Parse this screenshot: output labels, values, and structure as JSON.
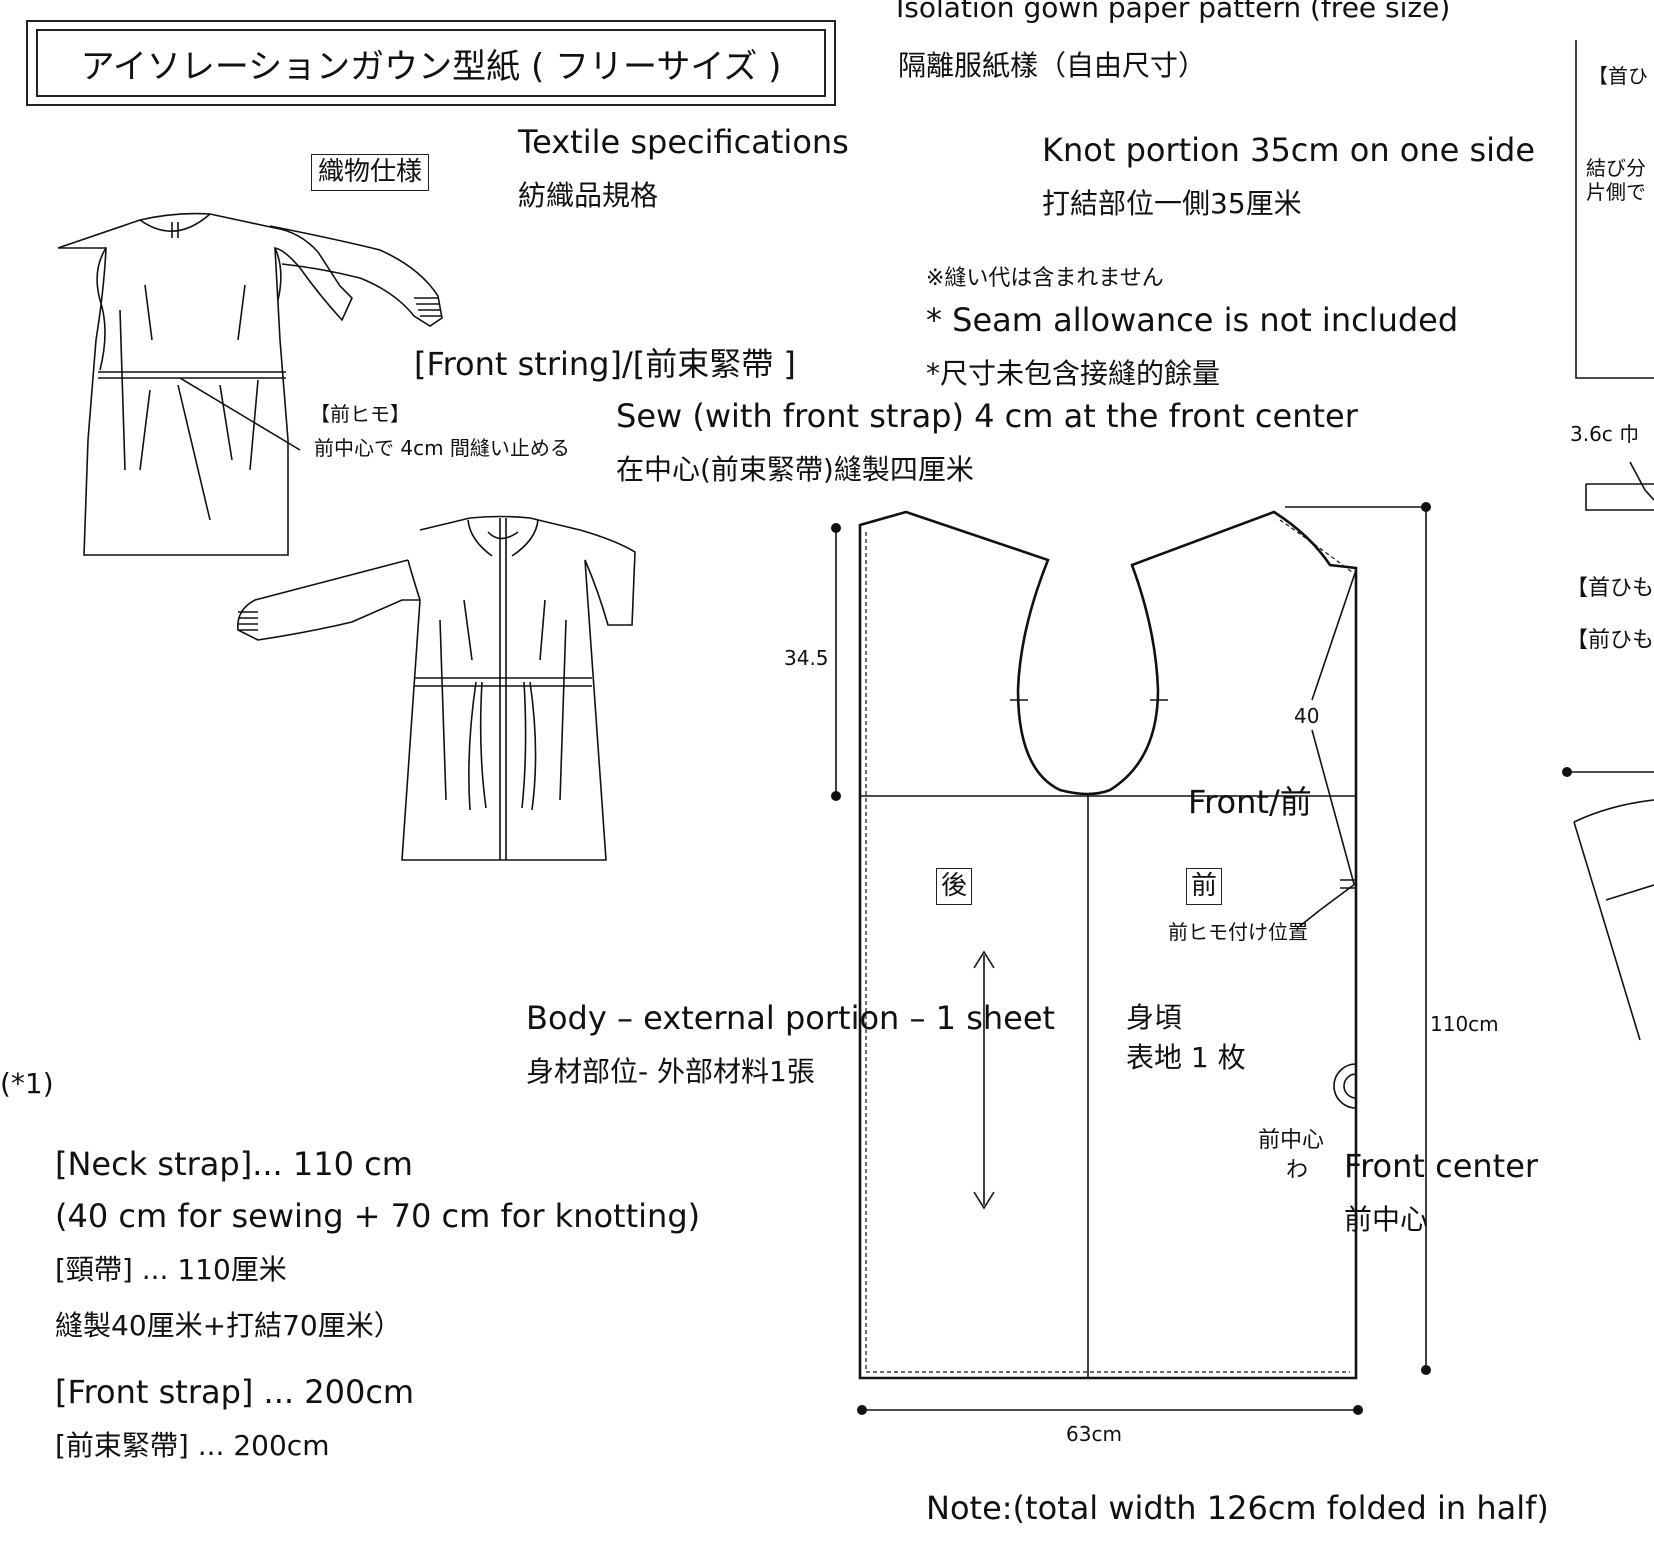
{
  "title": {
    "jp": "アイソレーションガウン型紙 ( フリーサイズ )",
    "en": "Isolation gown paper pattern (free size)",
    "zh": "隔離服紙樣（自由尺寸）"
  },
  "textile": {
    "tag": "織物仕様",
    "en": "Textile specifications",
    "zh": "紡織品規格"
  },
  "knot": {
    "en": "Knot portion 35cm on one side",
    "zh": "打結部位一側35厘米",
    "right_box_label": "【首ひ",
    "right_box_text_1": "結び分",
    "right_box_text_2": "片側で"
  },
  "seam": {
    "jp": "※縫い代は含まれません",
    "en": "* Seam allowance is not included",
    "zh": "*尺寸未包含接縫的餘量"
  },
  "front_string": {
    "label": "[Front string]/[前束緊帶 ]",
    "jp_title": "【前ヒモ】",
    "jp_note": "前中心で 4cm 間縫い止める",
    "en": "Sew (with front strap) 4 cm at the front center",
    "zh": "在中心(前束緊帶)縫製四厘米"
  },
  "pattern": {
    "dim_345": "34.5",
    "dim_40": "40",
    "dim_110": "110cm",
    "dim_63": "63cm",
    "back_mark": "後",
    "front_mark": "前",
    "front_label": "Front/前",
    "strap_position": "前ヒモ付け位置",
    "body_jp_1": "身頃",
    "body_jp_2": "表地 1 枚",
    "center_jp_1": "前中心",
    "center_jp_2": "わ",
    "front_center_en": "Front center",
    "front_center_zh": "前中心"
  },
  "body": {
    "en": "Body – external portion – 1 sheet",
    "zh": "身材部位- 外部材料1張"
  },
  "right_side": {
    "strip_width": "3.6c 巾",
    "neck_strap_jp": "【首ひも",
    "front_strap_jp": "【前ひも"
  },
  "footnote_marker": "(*1)",
  "straps": {
    "neck_en": "[Neck strap]... 110 cm",
    "neck_detail_en": "(40 cm for sewing + 70 cm for knotting)",
    "neck_zh": "[頸帶] ... 110厘米",
    "neck_detail_zh": "縫製40厘米+打結70厘米）",
    "front_en": "[Front strap] ... 200cm",
    "front_zh": "[前束緊帶] ... 200cm"
  },
  "note": "Note:(total width 126cm folded in half)"
}
